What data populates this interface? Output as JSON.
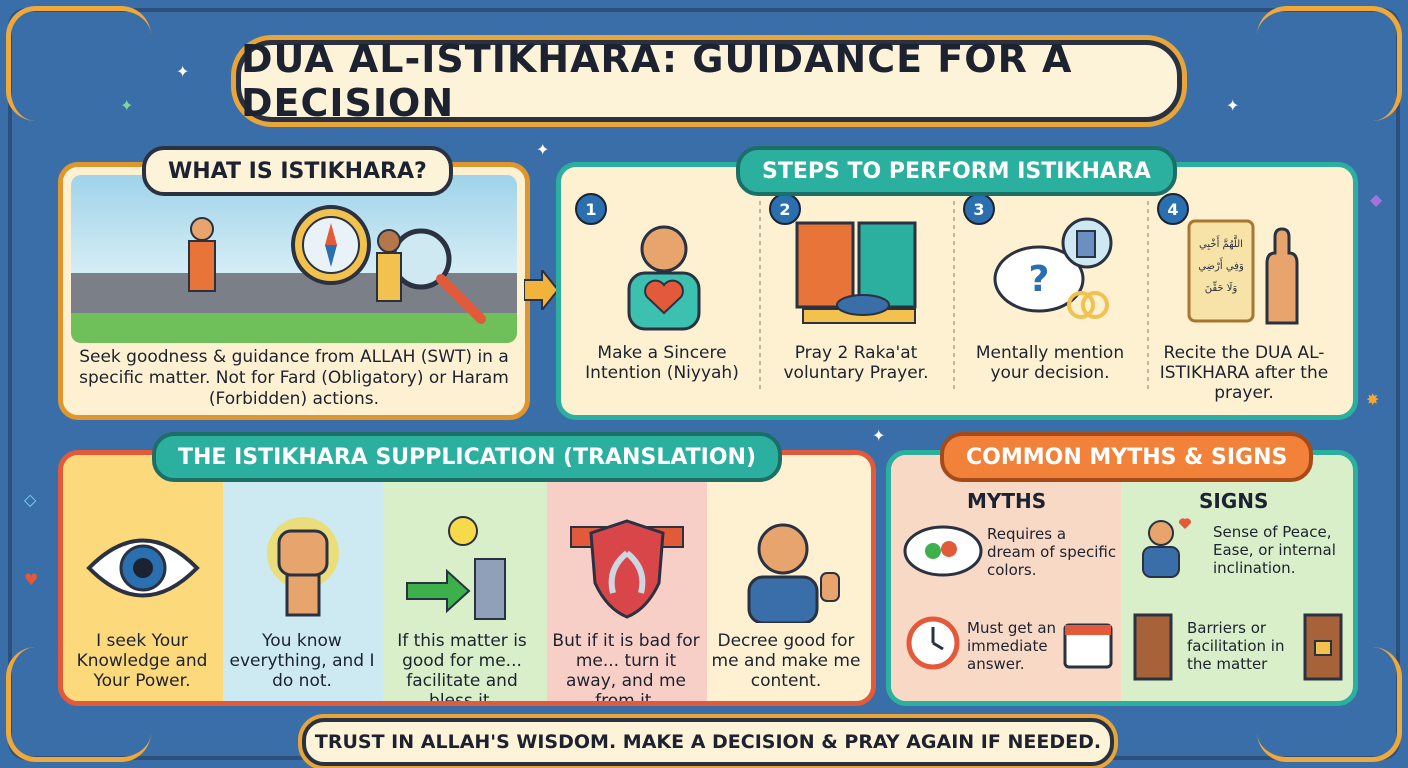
{
  "title": "DUA AL-ISTIKHARA: GUIDANCE FOR A DECISION",
  "what": {
    "heading": "WHAT IS ISTIKHARA?",
    "text": "Seek goodness & guidance from ALLAH (SWT) in a specific matter. Not for Fard (Obligatory) or Haram (Forbidden) actions."
  },
  "steps": {
    "heading": "STEPS TO PERFORM ISTIKHARA",
    "items": [
      {
        "num": "1",
        "label": "Make a Sincere Intention (Niyyah)",
        "icon": "heart-icon"
      },
      {
        "num": "2",
        "label": "Pray 2 Raka'at voluntary Prayer.",
        "icon": "prayer-mat-icon"
      },
      {
        "num": "3",
        "label": "Mentally mention your decision.",
        "icon": "thought-cloud-icon"
      },
      {
        "num": "4",
        "label": "Recite the DUA AL-ISTIKHARA after the prayer.",
        "icon": "scroll-icon"
      }
    ]
  },
  "supplication": {
    "heading": "THE ISTIKHARA SUPPLICATION (TRANSLATION)",
    "items": [
      {
        "label": "I seek Your Knowledge and Your Power.",
        "color": "#fcd97a",
        "icon": "eye-icon"
      },
      {
        "label": "You know everything, and I do not.",
        "color": "#cdeaf2",
        "icon": "fist-icon"
      },
      {
        "label": "If this matter is good for me... facilitate and bless it.",
        "color": "#d9efc9",
        "icon": "lightbulb-icon"
      },
      {
        "label": "But if it is bad for me... turn it away, and me from it.",
        "color": "#f8cfc6",
        "icon": "shield-icon"
      },
      {
        "label": "Decree good for me and make me content.",
        "color": "#fdf1d2",
        "icon": "thumbs-up-icon"
      }
    ]
  },
  "myths": {
    "heading": "COMMON MYTHS & SIGNS",
    "myths_title": "MYTHS",
    "signs_title": "SIGNS",
    "myth_items": [
      "Requires a dream of specific colors.",
      "Must get an immediate answer."
    ],
    "sign_items": [
      "Sense of Peace, Ease, or internal inclination.",
      "Barriers or facilitation in the matter"
    ]
  },
  "arabic": [
    "اللَّهُمَّ أَخْبِي",
    "وَفِي أَرْضِي",
    "وَلَا حَقِّنَ"
  ],
  "footer": "TRUST IN ALLAH'S WISDOM. MAKE A DECISION & PRAY AGAIN IF NEEDED."
}
